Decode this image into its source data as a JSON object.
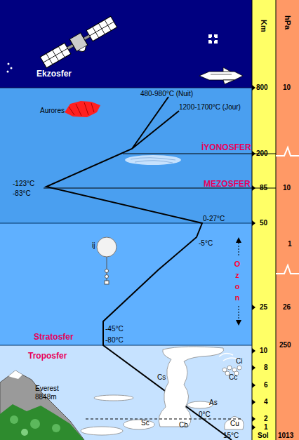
{
  "diagram": {
    "nodes": [
      {
        "text": [
          "Ekzosfer"
        ]
      },
      {
        "text": [
          "İYONOSFER",
          "MEZOSFER"
        ]
      },
      {
        "text": [
          "Stratosfer"
        ]
      },
      {
        "text": [
          "Troposfer"
        ]
      },
      {
        "text": [
          "Km",
          "800",
          "200",
          "85",
          "50",
          "25",
          "10",
          "8",
          "6",
          "4",
          "2",
          "1",
          "Sol"
        ]
      },
      {
        "text": [
          "hPa",
          "10",
          "10",
          "1",
          "26",
          "250",
          "1013"
        ]
      }
    ],
    "labels": [
      "Aurores",
      "480-980°C (Nuit)",
      "1200-1700°C (Jour)",
      "-123°C",
      "-83°C",
      "0-27°C",
      "-5°C",
      "ij",
      "O z o n",
      "-45°C",
      "-80°C",
      "Everest 8848m",
      "Ci",
      "Cs",
      "Cc",
      "As",
      "Sc",
      "Cb",
      "Cu",
      "0°C",
      "15°C"
    ]
  }
}
